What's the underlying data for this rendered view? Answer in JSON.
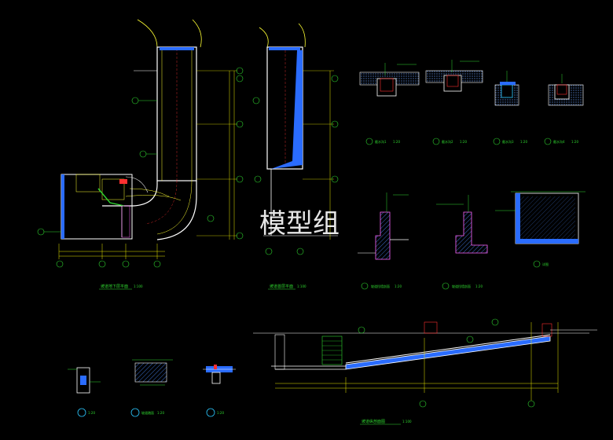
{
  "watermark": "模型组",
  "titles": {
    "basement_plan": "坡道地下层平面",
    "ground_plan": "坡道首层平面",
    "detail_1": "截水沟1",
    "detail_2": "截水沟2",
    "detail_3": "截水沟3",
    "detail_4": "截水沟4",
    "wall_section_1": "坡道挡墙剖面",
    "wall_section_2": "坡道挡墙剖面",
    "detail_big": "详图",
    "longitudinal_section": "坡道纵剖面图",
    "small_detail_1": "",
    "small_detail_2": "坡道踏面",
    "small_detail_3": ""
  },
  "scales": {
    "basement_plan": "1:100",
    "ground_plan": "1:100",
    "detail": "1:20",
    "section": "1:100"
  },
  "colors": {
    "background": "#000000",
    "wall": "#ffffff",
    "hatch_blue": "#2a6cff",
    "dimension": "#e8e800",
    "leader": "#2fd62f",
    "accent_red": "#ff3030",
    "axis": "#ffffff",
    "tag": "#2fd62f",
    "fill_cyan": "#2bc8ff",
    "pink": "#ff66ff"
  }
}
